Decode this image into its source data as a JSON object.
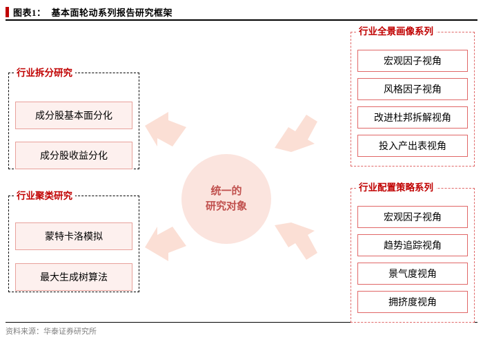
{
  "header": {
    "label": "图表1：",
    "title": "基本面轮动系列报告研究框架"
  },
  "footer": {
    "source": "资料来源：华泰证券研究所"
  },
  "center": {
    "line1": "统一的",
    "line2": "研究对象"
  },
  "left_groups": [
    {
      "label": "行业拆分研究",
      "items": [
        "成分股基本面分化",
        "成分股收益分化"
      ]
    },
    {
      "label": "行业聚类研究",
      "items": [
        "蒙特卡洛模拟",
        "最大生成树算法"
      ]
    }
  ],
  "right_groups": [
    {
      "label": "行业全景画像系列",
      "items": [
        "宏观因子视角",
        "风格因子视角",
        "改进杜邦拆解视角",
        "投入产出表视角"
      ]
    },
    {
      "label": "行业配置策略系列",
      "items": [
        "宏观因子视角",
        "趋势追踪视角",
        "景气度视角",
        "拥挤度视角"
      ]
    }
  ],
  "colors": {
    "accent_red": "#c00000",
    "box_border_pink": "#e8a09a",
    "box_fill_pink": "#fdf0ee",
    "circle_fill": "#fbe4de",
    "arrow_fill": "#fbdfd5",
    "dashed_black": "#000000",
    "dashed_red": "#e06666"
  },
  "arrows": [
    {
      "name": "arrow-left-top-to-center"
    },
    {
      "name": "arrow-left-bottom-to-center"
    },
    {
      "name": "arrow-center-to-right-top"
    },
    {
      "name": "arrow-center-to-right-bottom"
    }
  ]
}
